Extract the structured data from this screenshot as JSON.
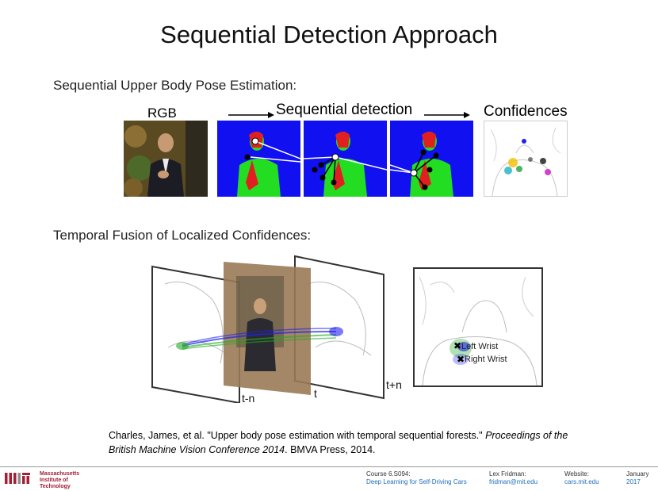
{
  "slide": {
    "title": "Sequential Detection Approach",
    "section1": "Sequential Upper Body Pose Estimation:",
    "section2": "Temporal Fusion of Localized Confidences:"
  },
  "figure1": {
    "label_rgb": "RGB",
    "label_seq": "Sequential detection",
    "label_conf": "Confidences"
  },
  "figure2": {
    "label_tn": "t-n",
    "label_t": "t",
    "label_tpn": "t+n",
    "label_left_wrist": "Left Wrist",
    "label_right_wrist": "Right Wrist"
  },
  "citation": {
    "part1": "Charles, James, et al. \"Upper body pose estimation with temporal sequential forests.\" ",
    "part2": "Proceedings of the British Machine Vision Conference 2014",
    "part3": ". BMVA Press, 2014."
  },
  "footer": {
    "mit_line1": "Massachusetts",
    "mit_line2": "Institute of",
    "mit_line3": "Technology",
    "course_label": "Course 6.S094:",
    "course_name": "Deep Learning for Self-Driving Cars",
    "author_label": "Lex Fridman:",
    "author_email": "fridman@mit.edu",
    "website_label": "Website:",
    "website": "cars.mit.edu",
    "month": "January",
    "year": "2017"
  },
  "colors": {
    "blue_bg": "#1010f0",
    "body_green": "#22dd22",
    "body_red": "#e02020",
    "mit_red": "#a31f34",
    "link_blue": "#1f6fbf"
  }
}
